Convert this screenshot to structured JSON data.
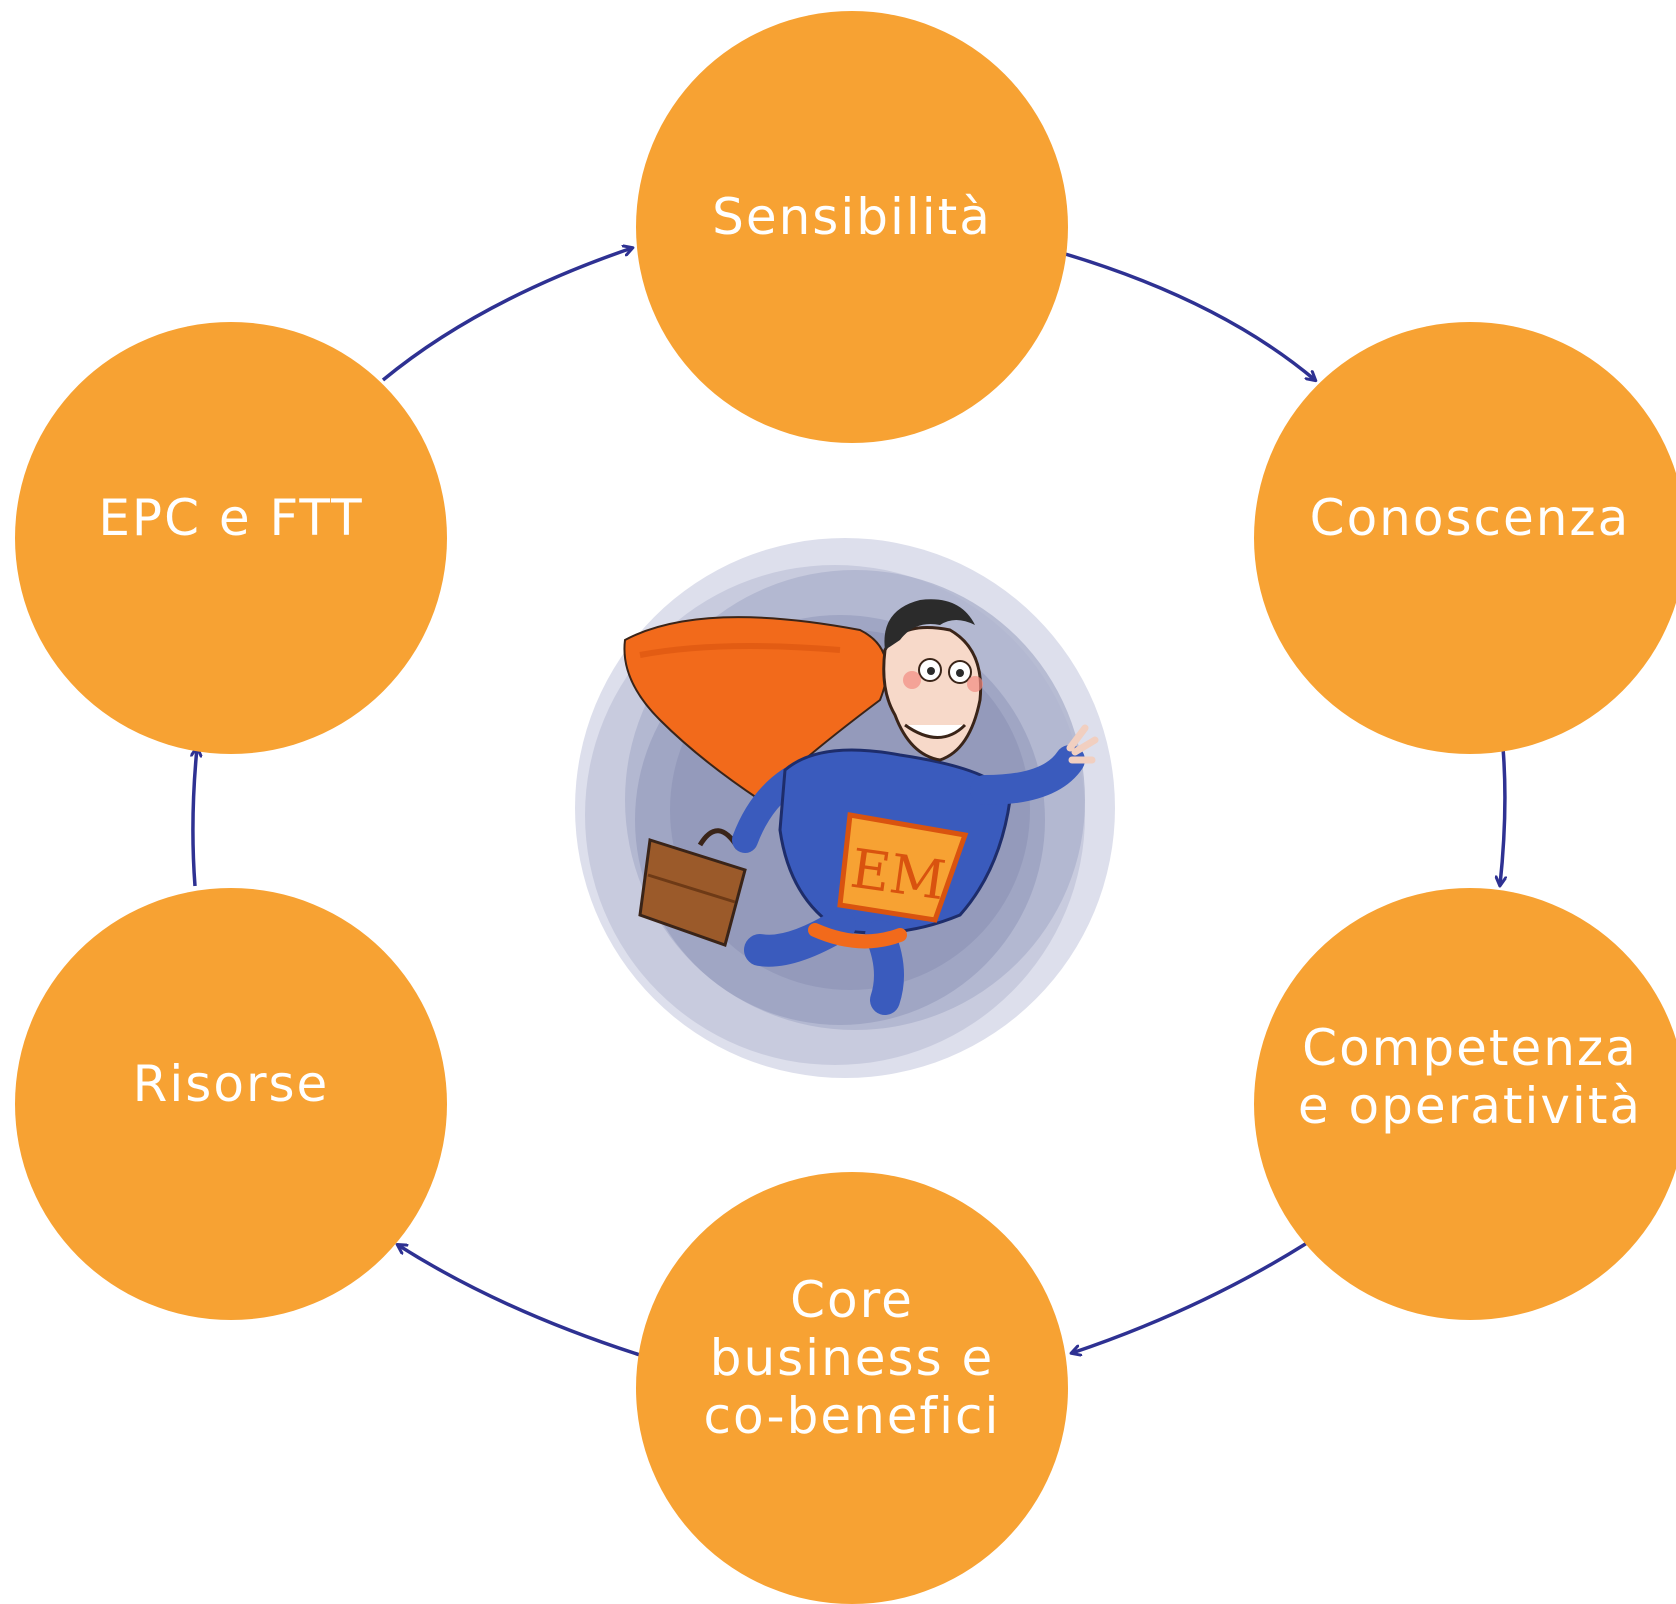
{
  "diagram": {
    "nodes": [
      {
        "id": "sensibilita",
        "label": "Sensibilità"
      },
      {
        "id": "conoscenza",
        "label": "Conoscenza"
      },
      {
        "id": "competenza",
        "label": "Competenza\ne operatività"
      },
      {
        "id": "core",
        "label": "Core\nbusiness e\nco-benefici"
      },
      {
        "id": "risorse",
        "label": "Risorse"
      },
      {
        "id": "epc",
        "label": "EPC e FTT"
      }
    ],
    "edges": [
      {
        "from": "epc",
        "to": "sensibilita"
      },
      {
        "from": "sensibilita",
        "to": "conoscenza"
      },
      {
        "from": "conoscenza",
        "to": "competenza"
      },
      {
        "from": "competenza",
        "to": "core"
      },
      {
        "from": "core",
        "to": "risorse"
      },
      {
        "from": "risorse",
        "to": "epc"
      }
    ],
    "center_illustration": {
      "subject": "superhero-energy-manager",
      "emblem_text": "EM"
    },
    "colors": {
      "node_fill": "#f7a233",
      "node_text": "#ffffff",
      "arrow": "#2e3192",
      "halo": "#8f96b8",
      "hero_suit": "#3a5bbd",
      "cape": "#f26a1b",
      "briefcase": "#9b5a2a",
      "emblem_fill": "#f7a233"
    }
  }
}
